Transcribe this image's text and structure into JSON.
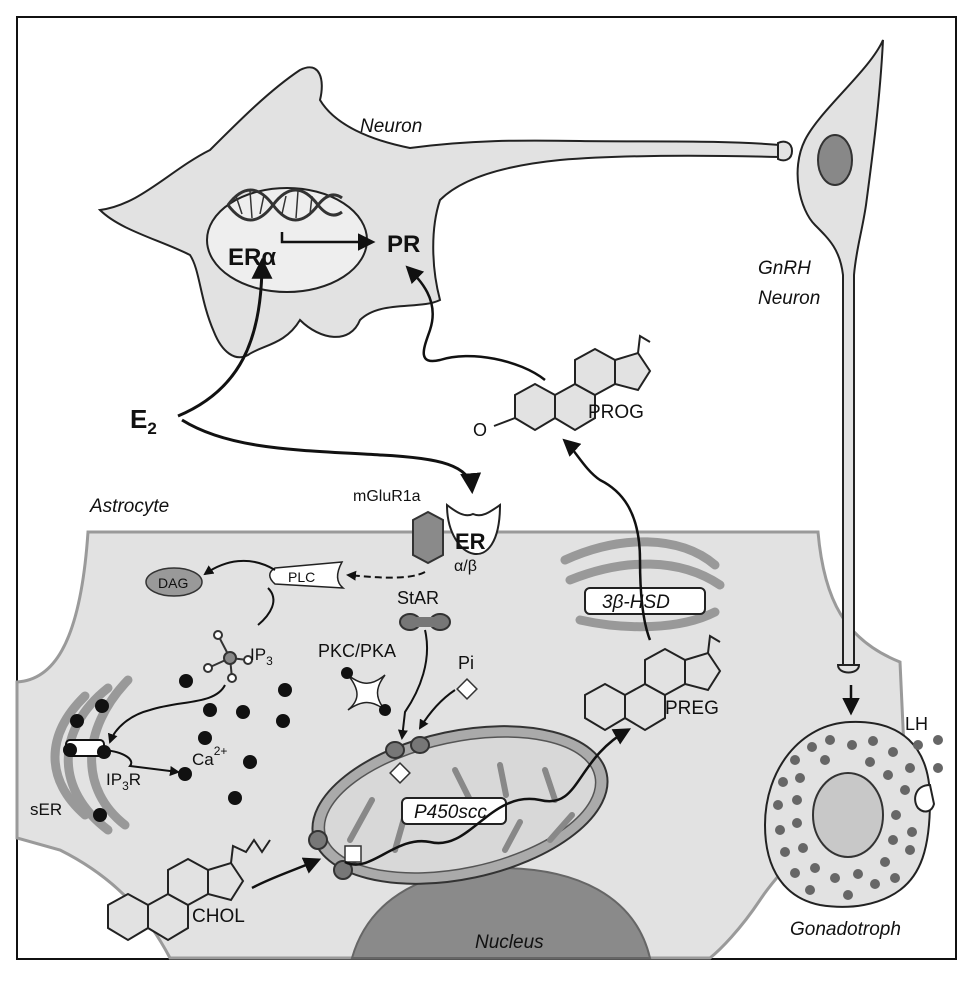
{
  "labels": {
    "neuron": "Neuron",
    "gnrh_line1": "GnRH",
    "gnrh_line2": "Neuron",
    "er_alpha": "ERα",
    "pr": "PR",
    "e2": "E",
    "e2_sub": "2",
    "prog": "PROG",
    "oxo": "O",
    "astrocyte": "Astrocyte",
    "mglur1a": "mGluR1a",
    "er_membrane": "ER",
    "er_ab": "α/β",
    "plc": "PLC",
    "dag": "DAG",
    "ip3": "IP",
    "ip3_sub": "3",
    "star": "StAR",
    "pkc_pka": "PKC/PKA",
    "pi": "Pi",
    "hsd": "3β-HSD",
    "preg": "PREG",
    "ca": "Ca",
    "ca_sup": "2+",
    "ip3r": "IP",
    "ip3r_sub": "3",
    "ip3r_r": "R",
    "ser": "sER",
    "p450scc": "P450scc",
    "chol": "CHOL",
    "nucleus": "Nucleus",
    "lh": "LH",
    "gonadotroph": "Gonadotroph"
  },
  "colors": {
    "cell_fill": "#e2e2e2",
    "nucleus_fill": "#888888",
    "organelle": "#9a9a9a",
    "dot": "#111111",
    "lh_dot": "#666666"
  }
}
